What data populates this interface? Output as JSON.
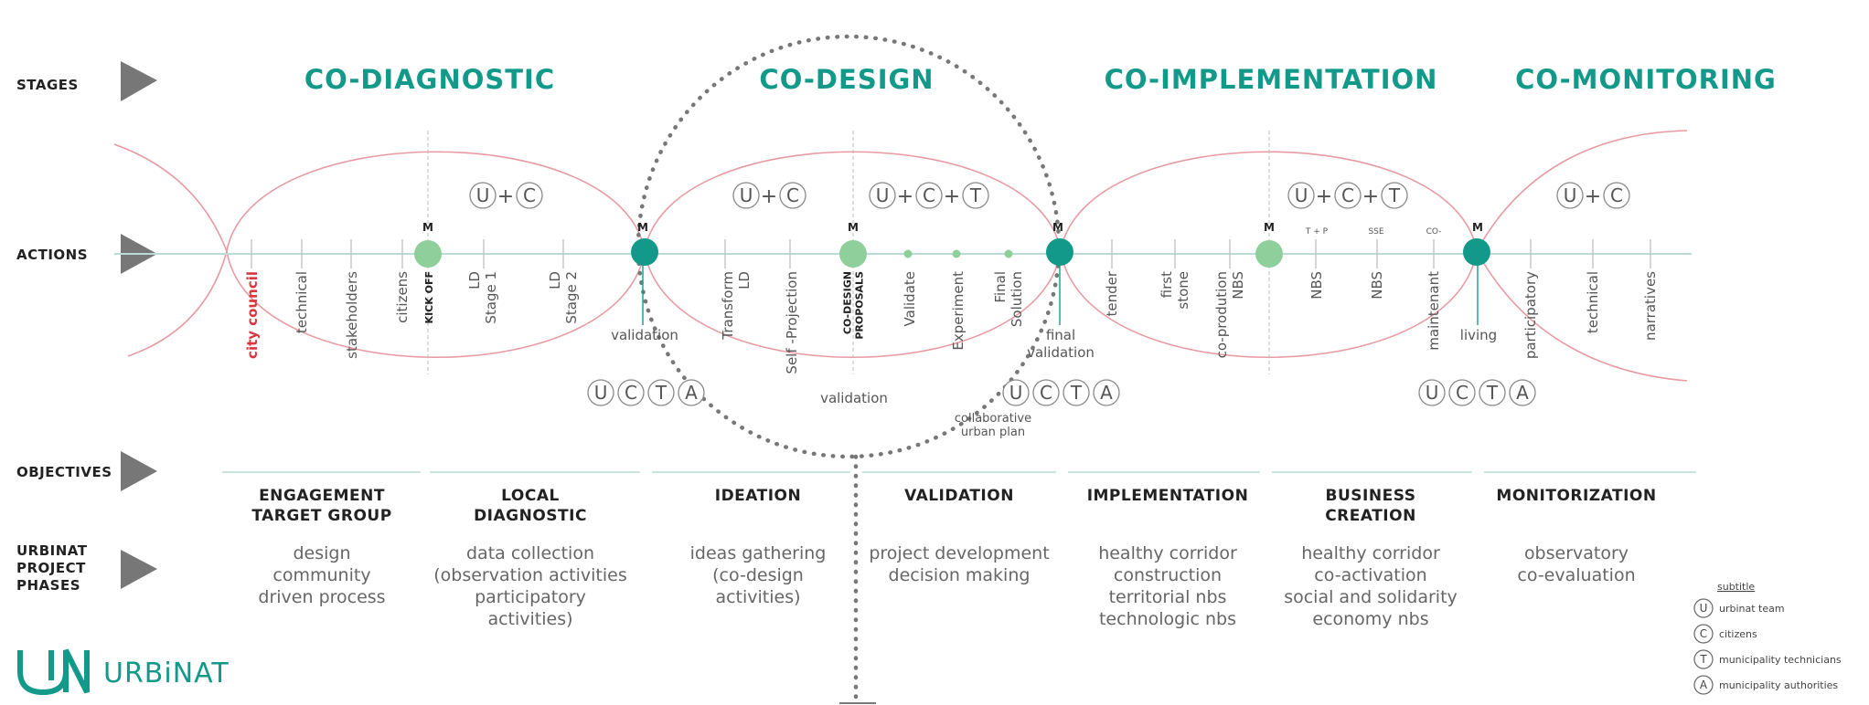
{
  "rows": {
    "stages": "STAGES",
    "actions": "ACTIONS",
    "objectives": "OBJECTIVES",
    "phases": [
      "URBINAT",
      "PROJECT",
      "PHASES"
    ]
  },
  "stages": [
    "CO-DIAGNOSTIC",
    "CO-DESIGN",
    "CO-IMPLEMENTATION",
    "CO-MONITORING"
  ],
  "milestone_label": "M",
  "groups": [
    {
      "letters": [
        "U",
        "C"
      ]
    },
    {
      "letters": [
        "U",
        "C"
      ]
    },
    {
      "letters": [
        "U",
        "C",
        "T"
      ]
    },
    {
      "letters": [
        "U",
        "C",
        "T"
      ]
    },
    {
      "letters": [
        "U",
        "C"
      ]
    }
  ],
  "ucta": [
    "U",
    "C",
    "T",
    "A"
  ],
  "actions": [
    {
      "lines": [
        "city council"
      ],
      "highlight": true
    },
    {
      "lines": [
        "technical"
      ]
    },
    {
      "lines": [
        "stakeholders"
      ]
    },
    {
      "lines": [
        "citizens"
      ]
    },
    {
      "lines": [
        "KICK OFF"
      ],
      "bold": true
    },
    {
      "lines": [
        "LD",
        "Stage 1"
      ]
    },
    {
      "lines": [
        "LD",
        "Stage 2"
      ]
    },
    {
      "lines": [
        "Transform",
        "LD"
      ]
    },
    {
      "lines": [
        "Self -Projection"
      ]
    },
    {
      "lines": [
        "CO-DESIGN",
        "PROPOSALS"
      ],
      "bold": true
    },
    {
      "lines": [
        "Validate"
      ]
    },
    {
      "lines": [
        "Experiment"
      ]
    },
    {
      "lines": [
        "Final",
        "Solution"
      ]
    },
    {
      "lines": [
        "tender"
      ]
    },
    {
      "lines": [
        "first",
        "stone"
      ]
    },
    {
      "lines": [
        "co-prodution",
        "NBS"
      ]
    },
    {
      "lines": [
        "NBS"
      ]
    },
    {
      "lines": [
        "NBS"
      ]
    },
    {
      "lines": [
        "maintenant"
      ]
    },
    {
      "lines": [
        "participatory"
      ]
    },
    {
      "lines": [
        "technical"
      ]
    },
    {
      "lines": [
        "narratives"
      ]
    }
  ],
  "small_labels": [
    "T + P",
    "SSE",
    "CO-"
  ],
  "below_labels": {
    "validation_1": "validation",
    "validation_2": "validation",
    "final_validation": [
      "final",
      "validation"
    ],
    "living": "living",
    "collaborative": [
      "collaborative",
      "urban plan"
    ]
  },
  "objectives": [
    {
      "title": [
        "ENGAGEMENT",
        "TARGET GROUP"
      ],
      "text": [
        "design",
        "community",
        "driven process"
      ]
    },
    {
      "title": [
        "LOCAL",
        "DIAGNOSTIC"
      ],
      "text": [
        "data collection",
        "(observation activities",
        "participatory",
        "activities)"
      ]
    },
    {
      "title": [
        "IDEATION"
      ],
      "text": [
        "ideas gathering",
        "(co-design",
        "activities)"
      ]
    },
    {
      "title": [
        "VALIDATION"
      ],
      "text": [
        "project development",
        "decision making"
      ]
    },
    {
      "title": [
        "IMPLEMENTATION"
      ],
      "text": [
        "healthy corridor",
        "construction",
        "territorial nbs",
        "technologic nbs"
      ]
    },
    {
      "title": [
        "BUSINESS",
        "CREATION"
      ],
      "text": [
        "healthy corridor",
        "co-activation",
        "social and solidarity",
        "economy nbs"
      ]
    },
    {
      "title": [
        "MONITORIZATION"
      ],
      "text": [
        "observatory",
        "co-evaluation"
      ]
    }
  ],
  "legend": {
    "title": "subtitle",
    "items": [
      {
        "letter": "U",
        "label": "urbinat team"
      },
      {
        "letter": "C",
        "label": "citizens"
      },
      {
        "letter": "T",
        "label": "municipality technicians"
      },
      {
        "letter": "A",
        "label": "municipality authorities"
      }
    ]
  },
  "logo": {
    "mark": "UıN",
    "name": "URBiNAT"
  },
  "colors": {
    "teal": "#12998a",
    "light_green": "#8fcf9c",
    "pink": "#e89aa2",
    "red": "#d9363e",
    "axis": "#b8dcd6",
    "gray": "#777777"
  }
}
